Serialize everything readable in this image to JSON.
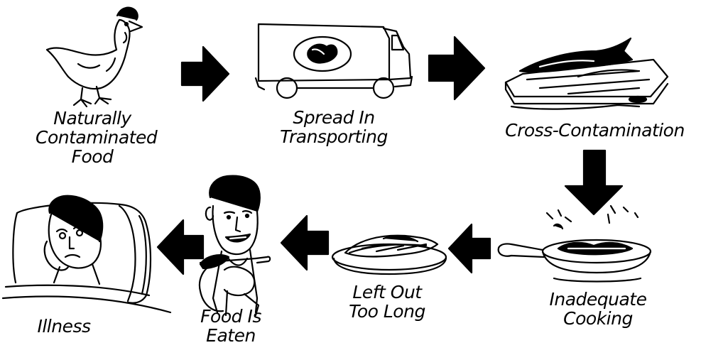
{
  "diagram": {
    "steps": [
      {
        "id": "contaminated",
        "icon": "chicken-icon",
        "lines": [
          "Naturally",
          "Contaminated",
          "Food"
        ]
      },
      {
        "id": "transport",
        "icon": "delivery-truck-icon",
        "lines": [
          "Spread In",
          "Transporting"
        ]
      },
      {
        "id": "cross",
        "icon": "cutting-board-icon",
        "lines": [
          "Cross-Contamination"
        ]
      },
      {
        "id": "cooking",
        "icon": "frying-pan-icon",
        "lines": [
          "Inadequate",
          "Cooking"
        ]
      },
      {
        "id": "leftout",
        "icon": "fish-platter-icon",
        "lines": [
          "Left Out",
          "Too Long"
        ]
      },
      {
        "id": "eaten",
        "icon": "man-eating-icon",
        "lines": [
          "Food Is",
          "Eaten"
        ]
      },
      {
        "id": "illness",
        "icon": "sick-person-icon",
        "lines": [
          "Illness"
        ]
      }
    ],
    "colors": {
      "ink": "#000000",
      "paper": "#ffffff"
    }
  }
}
